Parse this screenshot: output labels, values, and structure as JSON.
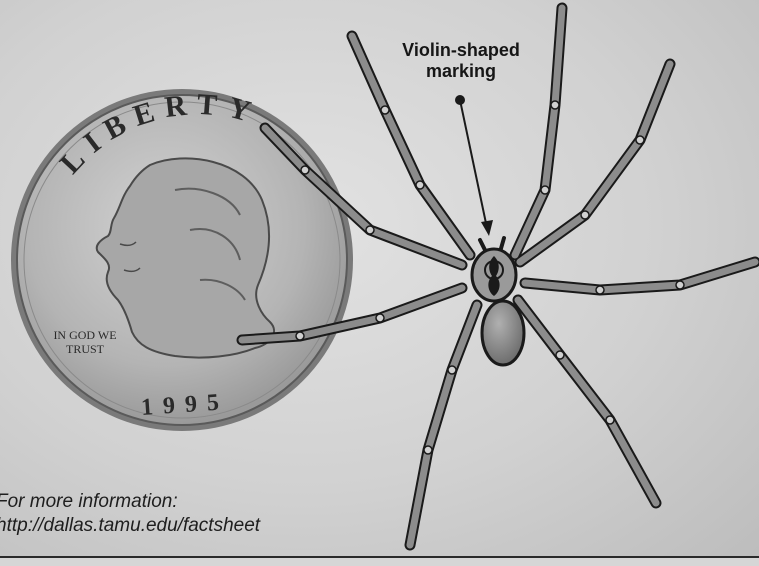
{
  "coin": {
    "legend_top": "LIBERTY",
    "motto_line1": "IN GOD WE",
    "motto_line2": "TRUST",
    "year": "1995"
  },
  "callout": {
    "line1": "Violin-shaped",
    "line2": "marking"
  },
  "footer": {
    "line1": "For more information:",
    "line2": "http://dallas.tamu.edu/factsheet"
  },
  "colors": {
    "background": "#d1d1d1",
    "coin_face": "#bdbdbd",
    "ink": "#1a1a1a",
    "spider_body": "#8c8c8c"
  }
}
